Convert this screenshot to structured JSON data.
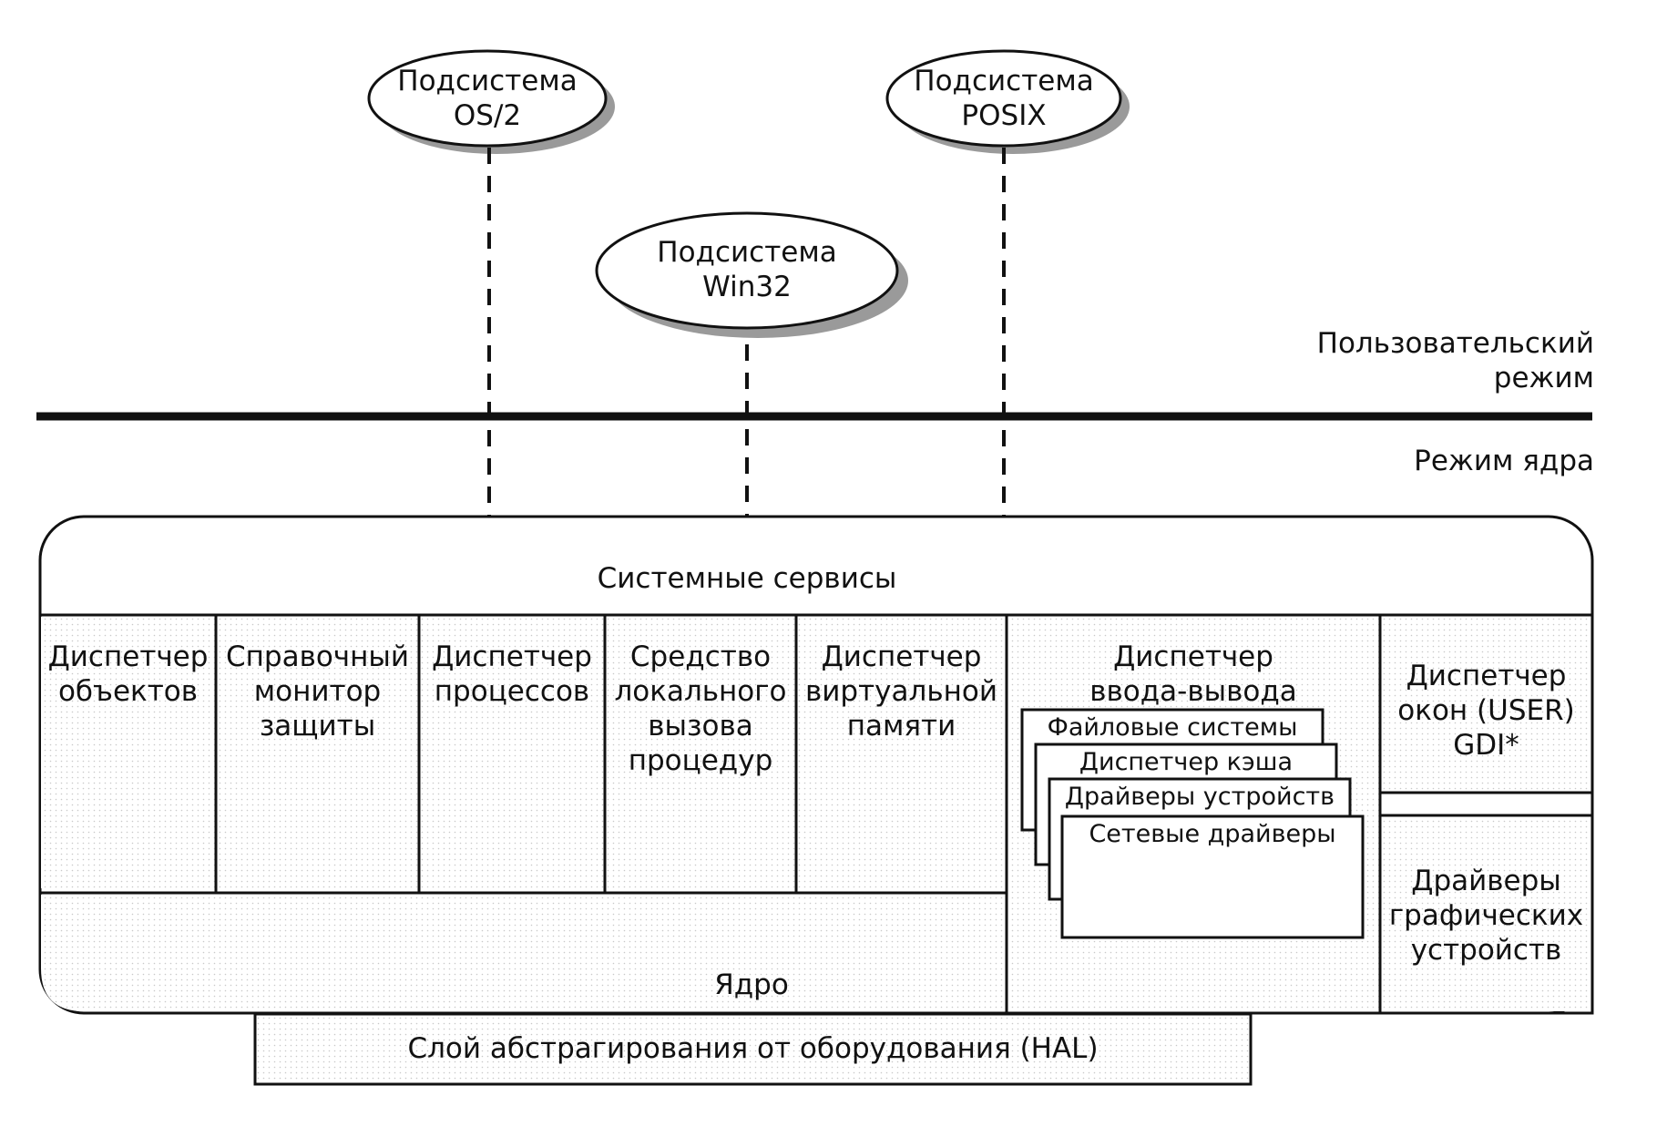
{
  "subsystems": {
    "os2": "Подсистема\nOS/2",
    "posix": "Подсистема\nPOSIX",
    "win32": "Подсистема\nWin32"
  },
  "modes": {
    "user": "Пользовательский\nрежим",
    "kernel": "Режим ядра"
  },
  "executive": {
    "system_services": "Системные сервисы",
    "object_manager": "Диспетчер\nобъектов",
    "security_monitor": "Справочный\nмонитор\nзащиты",
    "process_manager": "Диспетчер\nпроцессов",
    "lpc": "Средство\nлокального\nвызова\nпроцедур",
    "vm_manager": "Диспетчер\nвиртуальной\nпамяти",
    "io_manager": "Диспетчер\nввода-вывода",
    "io_stack": [
      "Файловые системы",
      "Диспетчер кэша",
      "Драйверы устройств",
      "Сетевые драйверы"
    ],
    "window_manager": "Диспетчер\nокон (USER)\nGDI*",
    "graphics_drivers": "Драйверы\nграфических\nустройств",
    "kernel": "Ядро"
  },
  "hal": "Слой абстрагирования от оборудования (HAL)"
}
